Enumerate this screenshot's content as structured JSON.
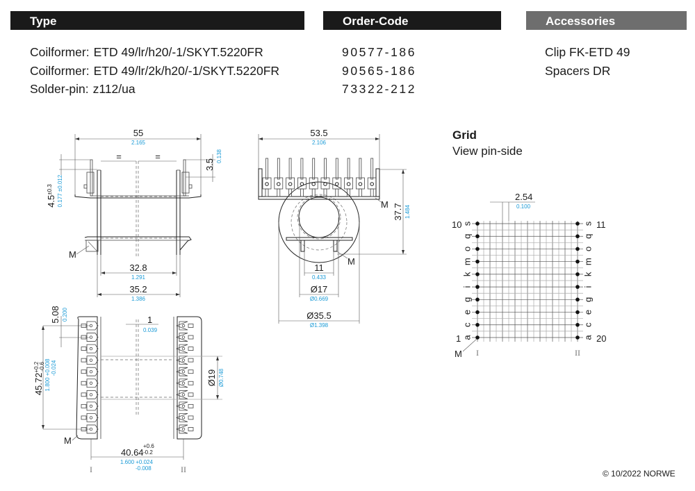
{
  "headers": {
    "type": "Type",
    "order_code": "Order-Code",
    "accessories": "Accessories"
  },
  "header_colors": {
    "type": "#1a1a1a",
    "order_code": "#1a1a1a",
    "accessories": "#6e6e6e"
  },
  "types": [
    {
      "label": "Coilformer:",
      "value": "ETD 49/lr/h20/-1/SKYT.5220FR"
    },
    {
      "label": "Coilformer:",
      "value": "ETD 49/lr/2k/h20/-1/SKYT.5220FR"
    },
    {
      "label": "Solder-pin:",
      "value": "z112/ua"
    }
  ],
  "order_codes": [
    "90577-186",
    "90565-186",
    "73322-212"
  ],
  "accessories": [
    "Clip FK-ETD 49",
    "Spacers DR"
  ],
  "drawings": {
    "side_view": {
      "width_mm": "55",
      "width_in": "2.165",
      "pin_len_mm": "3.5",
      "pin_len_in": "0.138",
      "height_mm": "4.5",
      "height_tol": "±0.3",
      "height_in": "0.177 ±0.012",
      "equal_mark": "=",
      "inner_mm": "32.8",
      "inner_in": "1.291",
      "outer_mm": "35.2",
      "outer_in": "1.386",
      "marker": "M"
    },
    "front_view": {
      "width_mm": "53.5",
      "width_in": "2.106",
      "height_mm": "37.7",
      "height_in": "1.484",
      "slot_mm": "11",
      "slot_in": "0.433",
      "core_mm": "Ø17",
      "core_in": "Ø0.669",
      "flange_mm": "Ø35.5",
      "flange_in": "Ø1.398",
      "marker": "M"
    },
    "bottom_view": {
      "pitch_mm": "5.08",
      "pitch_in": "0.200",
      "gap_mm": "1",
      "gap_in": "0.039",
      "span_mm": "45.72",
      "span_tol_plus": "+0.2",
      "span_tol_minus": "-0.6",
      "span_in": "1.800 +0.008",
      "span_in_minus": "-0.024",
      "dia_mm": "Ø19",
      "dia_in": "Ø0.748",
      "row_mm": "40.64",
      "row_tol_plus": "+0.6",
      "row_tol_minus": "-0.2",
      "row_in": "1.600 +0.024",
      "row_in_minus": "-0.008",
      "marker": "M",
      "row_I": "I",
      "row_II": "II"
    },
    "dimension_color": "#1a9ad6"
  },
  "grid": {
    "title": "Grid",
    "subtitle": "View pin-side",
    "pitch_mm": "2.54",
    "pitch_in": "0.100",
    "left_top_pin": "10",
    "left_bottom_pin": "1",
    "right_top_pin": "11",
    "right_bottom_pin": "20",
    "row_letters": [
      "s",
      "q",
      "o",
      "m",
      "k",
      "i",
      "g",
      "e",
      "c",
      "a"
    ],
    "marker": "M",
    "row_I": "I",
    "row_II": "II"
  },
  "copyright": "© 10/2022 NORWE"
}
